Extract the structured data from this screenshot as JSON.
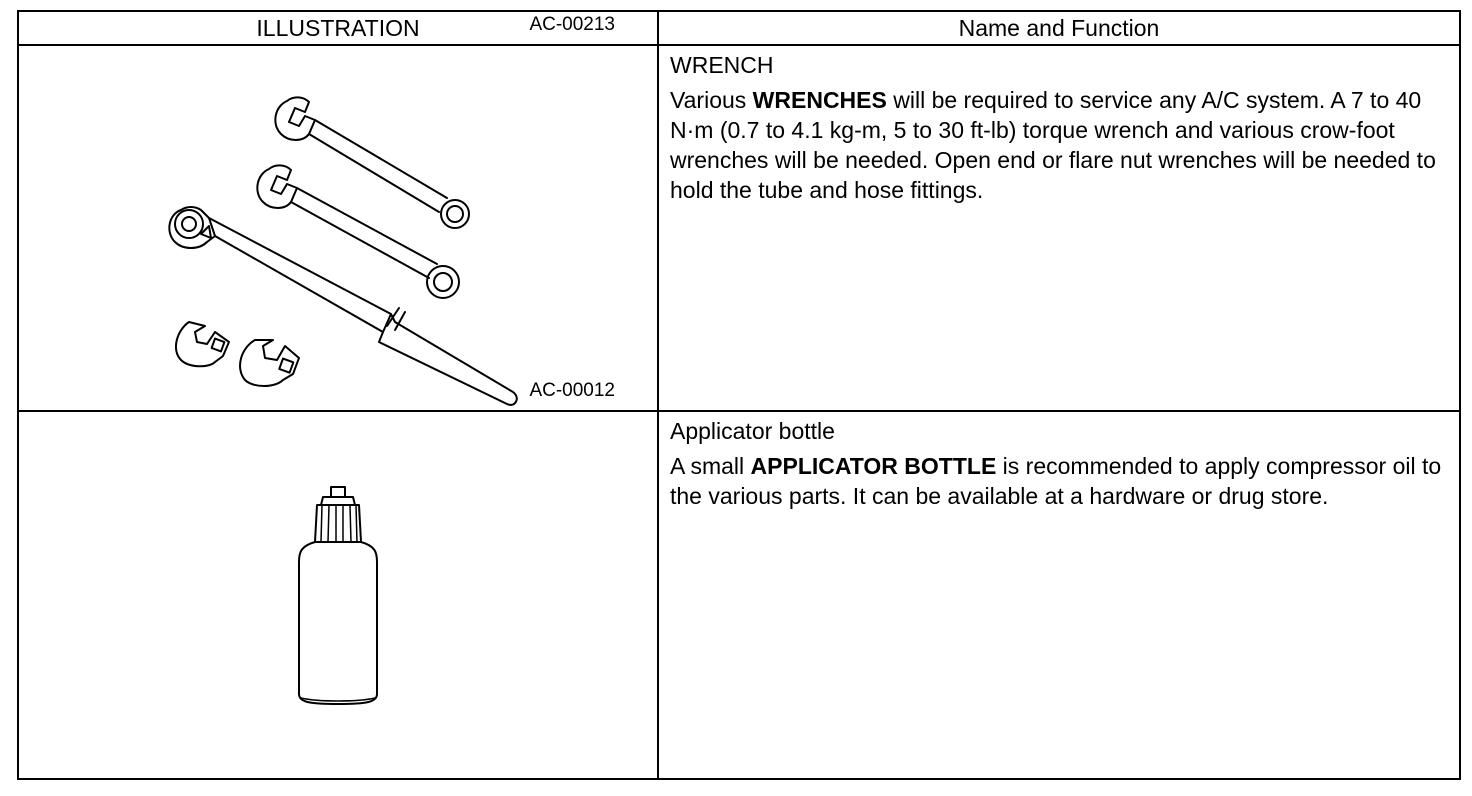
{
  "header": {
    "illustration": "ILLUSTRATION",
    "name_function": "Name and Function"
  },
  "rows": [
    {
      "code": "AC-00213",
      "name": "WRENCH",
      "desc_pre": "Various ",
      "desc_bold": "WRENCHES",
      "desc_post": " will be required to service any A/C system. A 7 to 40 N·m (0.7 to 4.1 kg-m, 5 to 30 ft-lb) torque wrench and various crow-foot wrenches will be needed. Open end or flare nut wrenches will be needed to hold the tube and hose fittings."
    },
    {
      "code": "AC-00012",
      "name": "Applicator bottle",
      "desc_pre": "A small ",
      "desc_bold": "APPLICATOR BOTTLE",
      "desc_post": " is recommended to apply compressor oil to the various parts. It can be available at a hardware or drug store."
    }
  ]
}
